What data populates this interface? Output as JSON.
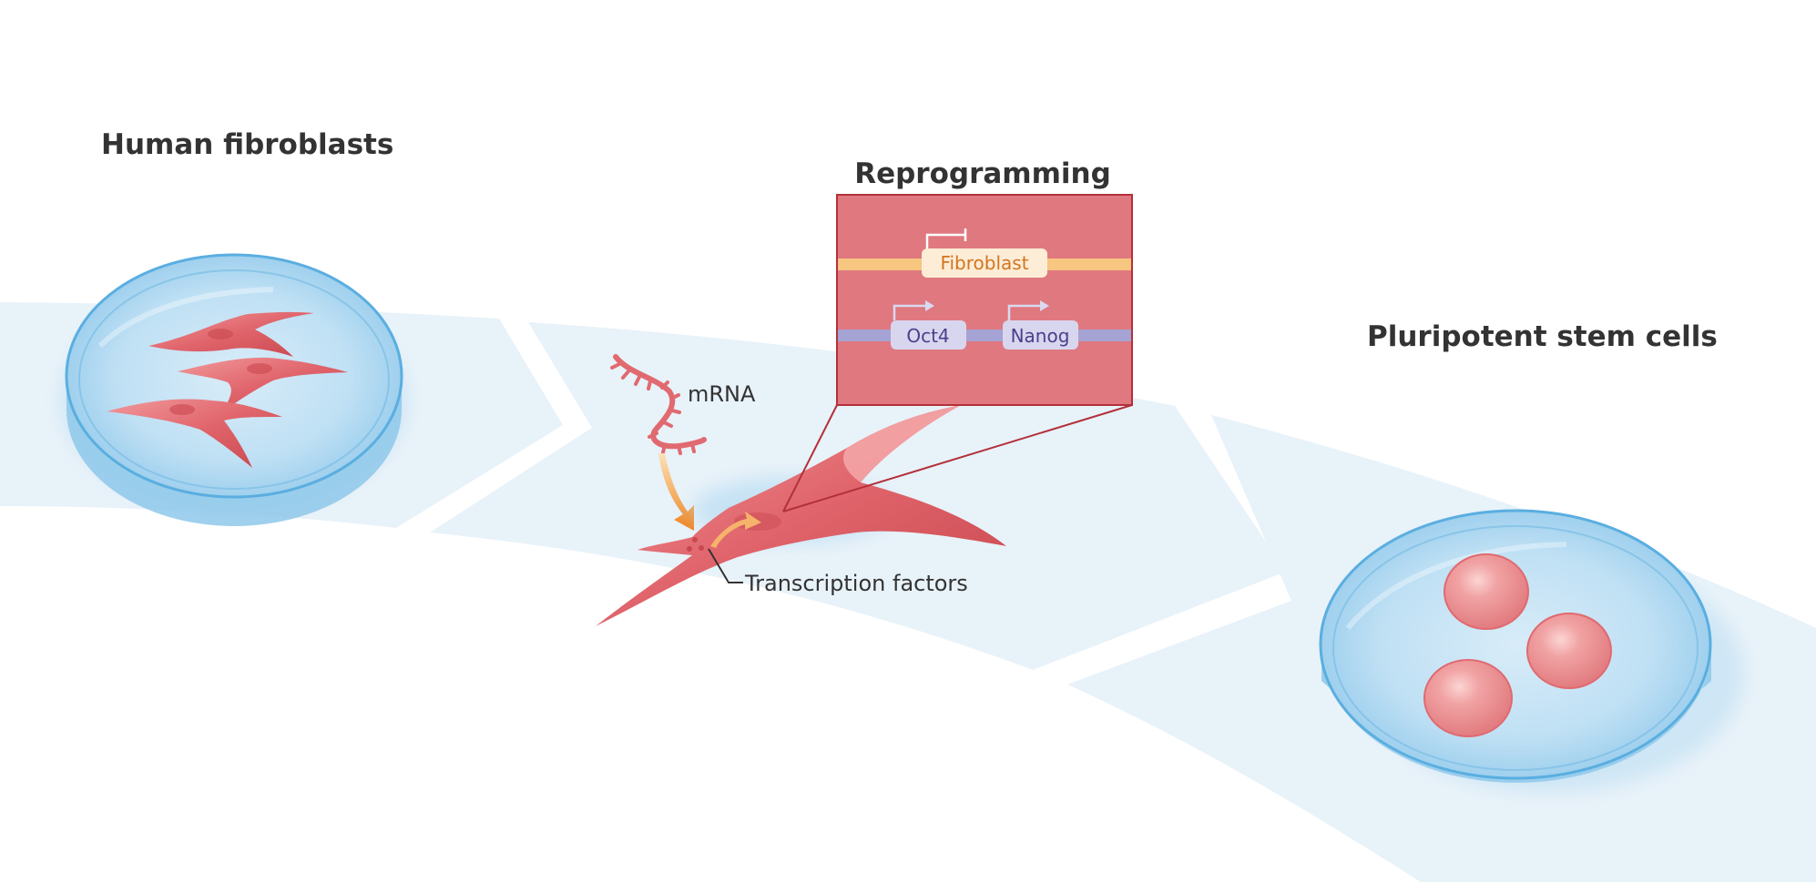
{
  "figure": {
    "title": "Reprogramming",
    "stages": [
      {
        "label": "Human fibroblasts"
      },
      {
        "label": "Reprogramming"
      },
      {
        "label": "Pluripotent stem cells"
      }
    ],
    "annotations": {
      "mrna": "mRNA",
      "transcription_factors": "Transcription factors"
    },
    "inset": {
      "genes": [
        {
          "name": "Fibroblast",
          "state": "repressed"
        },
        {
          "name": "Oct4",
          "state": "activated"
        },
        {
          "name": "Nanog",
          "state": "activated"
        }
      ]
    }
  },
  "colors": {
    "cell": "#e06a70",
    "cell_dark": "#c9474f",
    "dish": "#a9d6ef",
    "dish_rim": "#5aaee0",
    "band": "#e8f2f9",
    "inset_bg": "#e07880",
    "inset_border": "#b3303a",
    "fibroblast_strand": "#f7c680",
    "fibroblast_text": "#d1761f",
    "pluri_strand": "#a5a3d3",
    "pluri_text": "#4a3f8c",
    "arrow": "#f0923a"
  }
}
